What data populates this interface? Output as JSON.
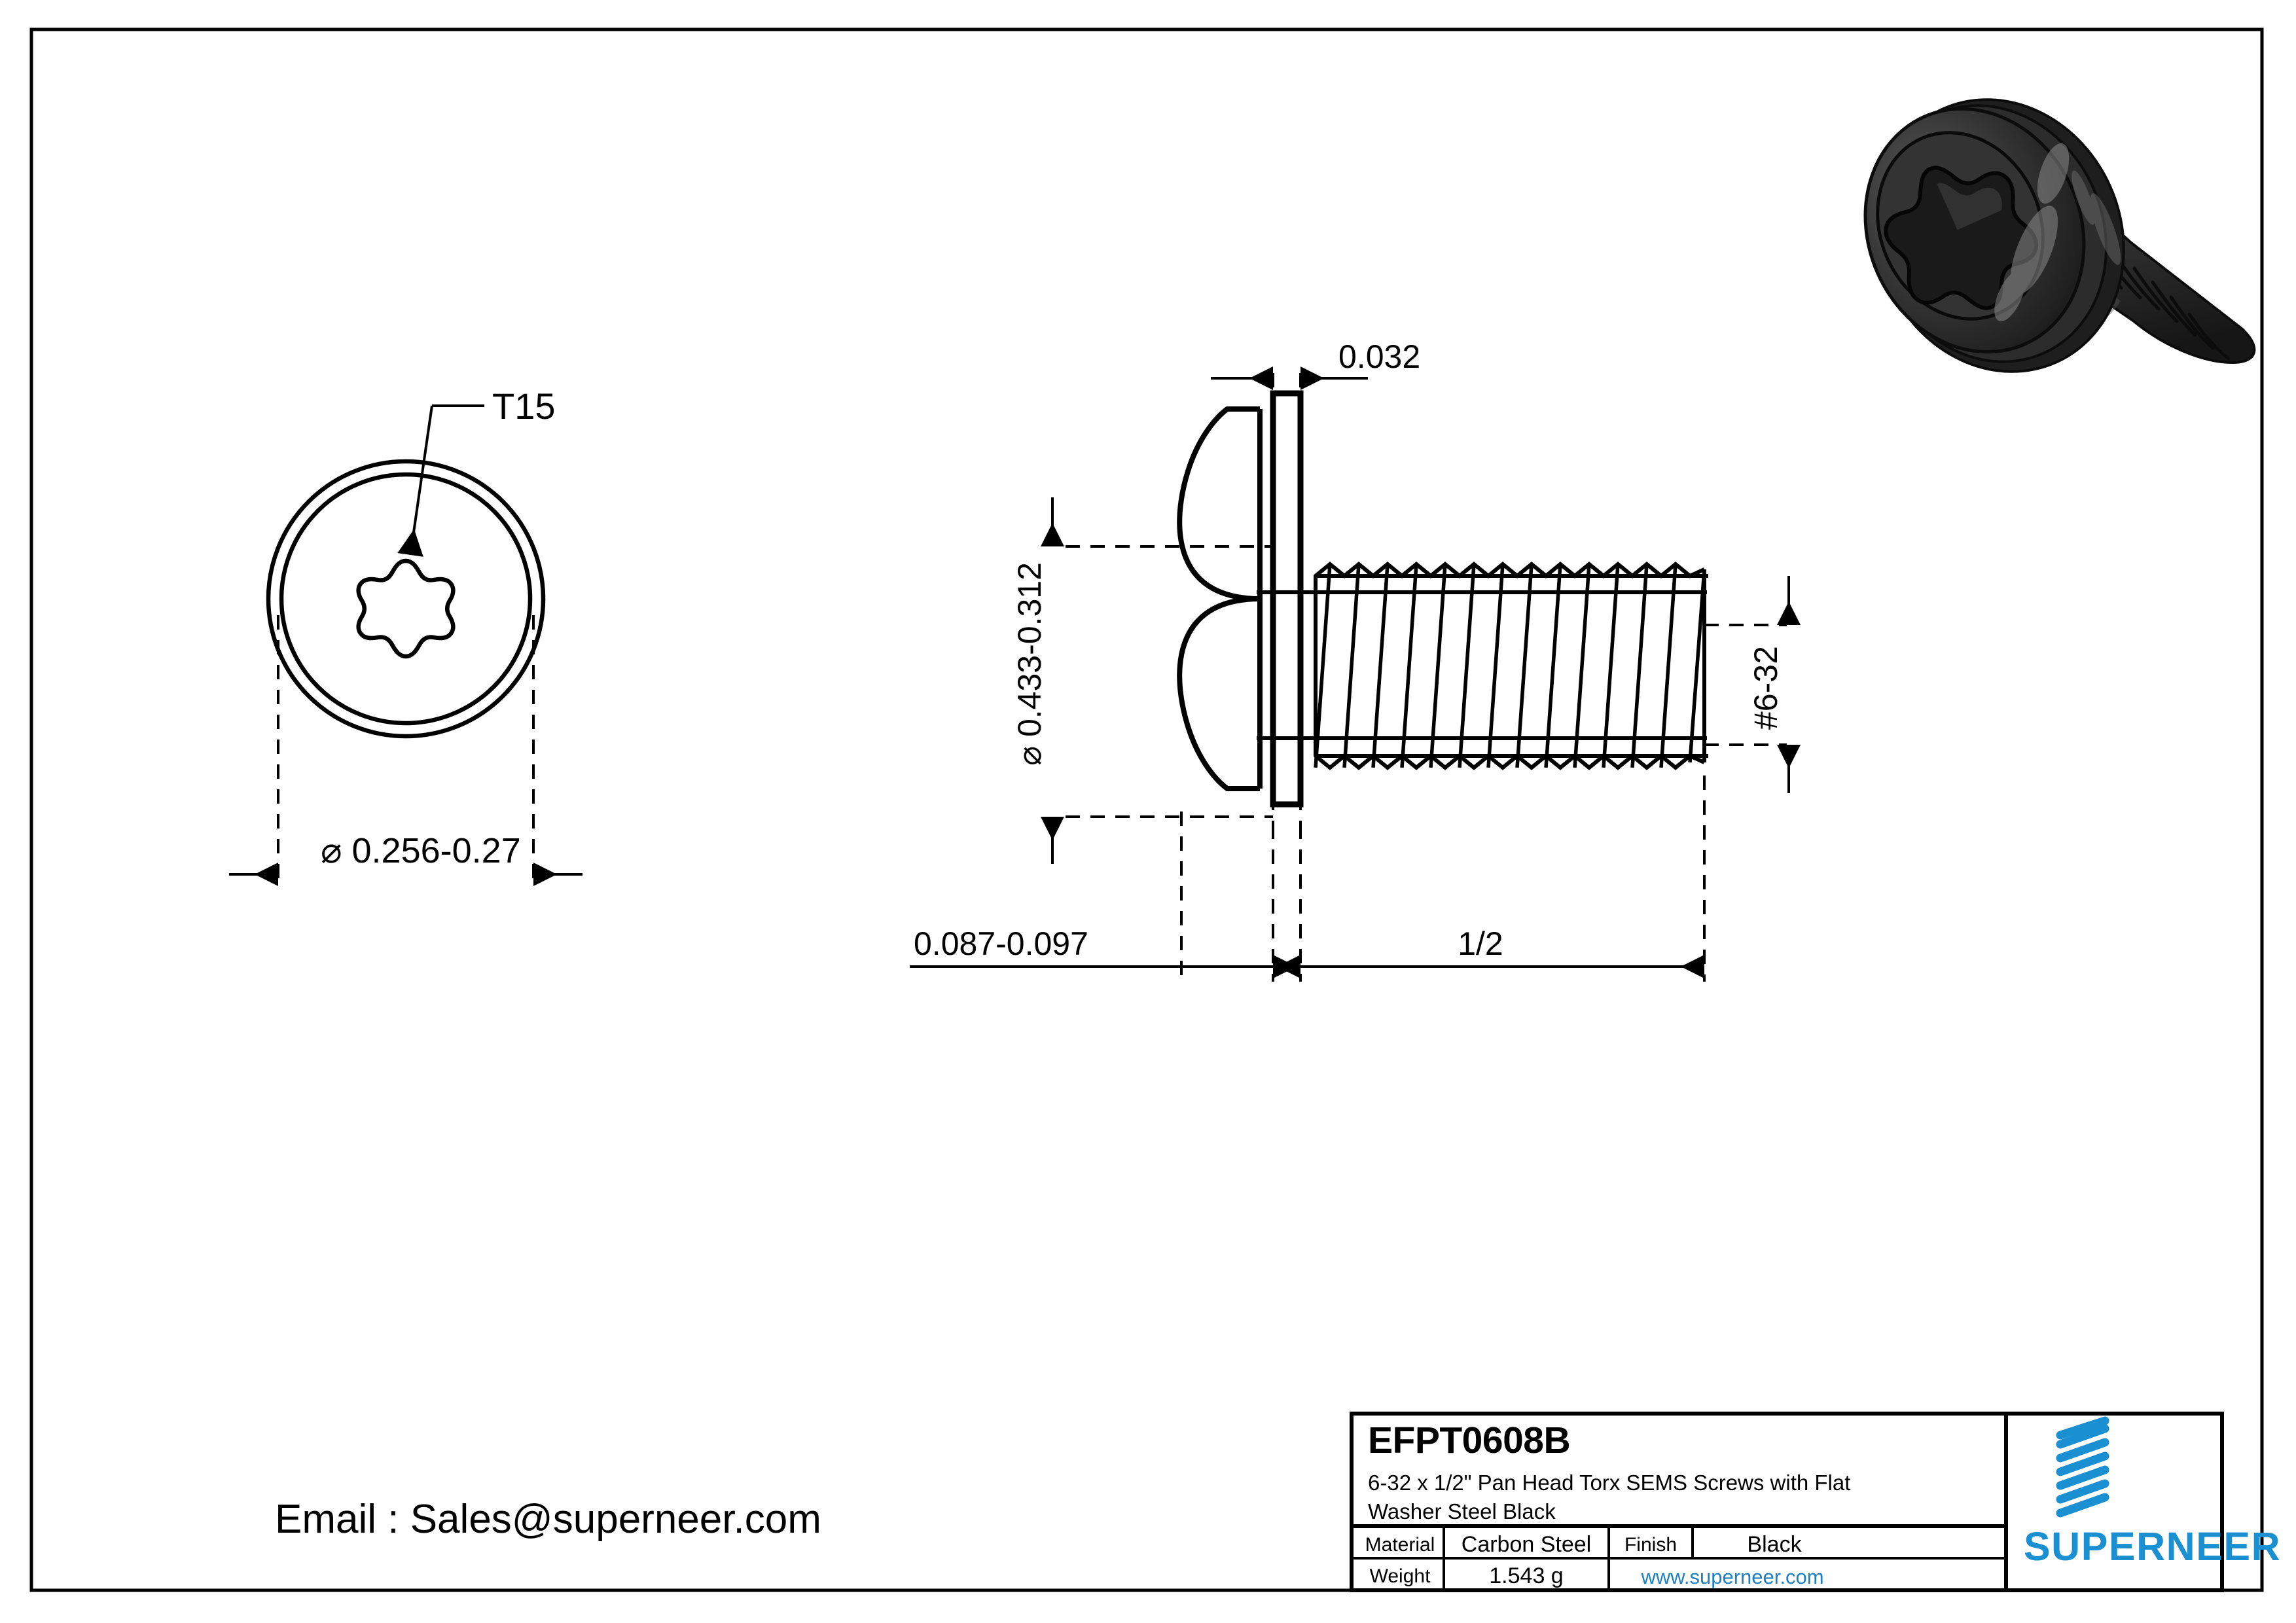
{
  "sheet": {
    "title": "Technical drawing sheet",
    "background_color": "#ffffff",
    "line_color": "#000000"
  },
  "front_view": {
    "name": "Head end view (Torx drive)",
    "drive_callout": "T15",
    "head_diameter_dim": "⌀ 0.256-0.27"
  },
  "side_view": {
    "name": "Side elevation",
    "washer_thickness_dim": "0.032",
    "head_diameter_dim": "⌀ 0.433-0.312",
    "head_height_dim": "0.087-0.097",
    "thread_length_dim": "1/2",
    "thread_callout": "#6-32"
  },
  "iso_view": {
    "name": "Isometric render of pan head torx SEMS screw",
    "body_color": "#2b2b2b",
    "highlight_color": "#6e6e6e"
  },
  "contact": {
    "email_line": "Email : Sales@superneer.com"
  },
  "title_block": {
    "part_number": "EFPT0608B",
    "description_line1": "6-32 x 1/2\" Pan Head Torx SEMS Screws with  Flat",
    "description_line2": "Washer Steel Black",
    "material_label": "Material",
    "material_value": "Carbon Steel",
    "finish_label": "Finish",
    "finish_value": "Black",
    "weight_label": "Weight",
    "weight_value": "1.543 g",
    "website": "www.superneer.com",
    "brand": "SUPERNEER",
    "brand_color": "#1a8fd1",
    "link_color": "#1c7fc4"
  }
}
